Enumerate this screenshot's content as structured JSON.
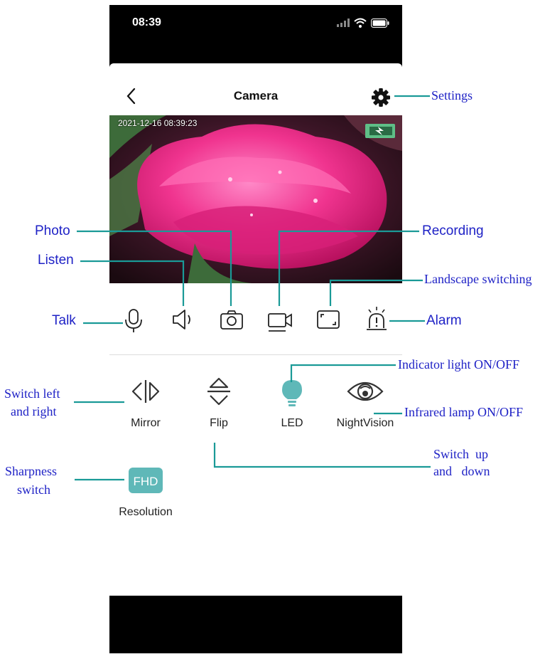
{
  "status_bar": {
    "time": "08:39"
  },
  "header": {
    "title": "Camera"
  },
  "video": {
    "timestamp": "2021-12-16 08:39:23"
  },
  "functions": {
    "mirror_label": "Mirror",
    "flip_label": "Flip",
    "led_label": "LED",
    "nightvision_label": "NightVision",
    "resolution_label": "Resolution",
    "resolution_value": "FHD"
  },
  "annotations": {
    "settings": "Settings",
    "photo": "Photo",
    "recording": "Recording",
    "listen": "Listen",
    "landscape": "Landscape switching",
    "talk": "Talk",
    "alarm": "Alarm",
    "indicator": "Indicator light ON/OFF",
    "switch_lr_1": "Switch left",
    "switch_lr_2": "and right",
    "infrared": "Infrared lamp ON/OFF",
    "switch_ud_1": "Switch  up",
    "switch_ud_2": "and   down",
    "sharpness_1": "Sharpness",
    "sharpness_2": "switch"
  },
  "colors": {
    "accent": "#5fb8b8",
    "annotation_text": "#1f22c6",
    "annotation_line": "#1a9a97",
    "battery": "#5fbf87"
  }
}
